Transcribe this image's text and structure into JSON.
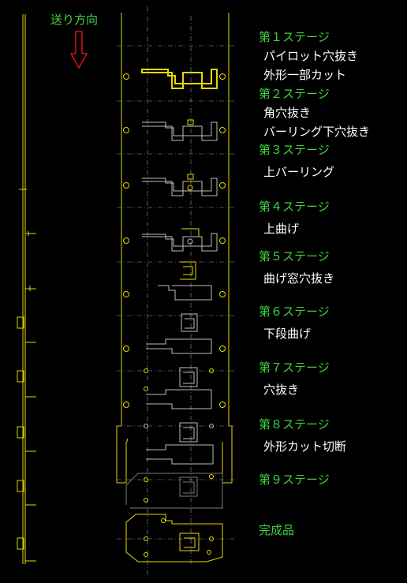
{
  "feed_direction": "送り方向",
  "stages": [
    {
      "title": "第１ステージ",
      "ops": [
        "パイロット穴抜き",
        "外形一部カット"
      ]
    },
    {
      "title": "第２ステージ",
      "ops": [
        "角穴抜き",
        "バーリング下穴抜き"
      ]
    },
    {
      "title": "第３ステージ",
      "ops": [
        "上バーリング"
      ]
    },
    {
      "title": "第４ステージ",
      "ops": [
        "上曲げ"
      ]
    },
    {
      "title": "第５ステージ",
      "ops": [
        "曲げ窓穴抜き"
      ]
    },
    {
      "title": "第６ステージ",
      "ops": [
        "下段曲げ"
      ]
    },
    {
      "title": "第７ステージ",
      "ops": [
        "穴抜き"
      ]
    },
    {
      "title": "第８ステージ",
      "ops": [
        "外形カット切断"
      ]
    },
    {
      "title": "第９ステージ",
      "ops": []
    }
  ],
  "finished": "完成品",
  "colors": {
    "stage_title": "#3fd33f",
    "op_text": "#ffffff",
    "strip": "#e6d800",
    "part": "#bdbdbd",
    "arrow": "#e01010"
  }
}
